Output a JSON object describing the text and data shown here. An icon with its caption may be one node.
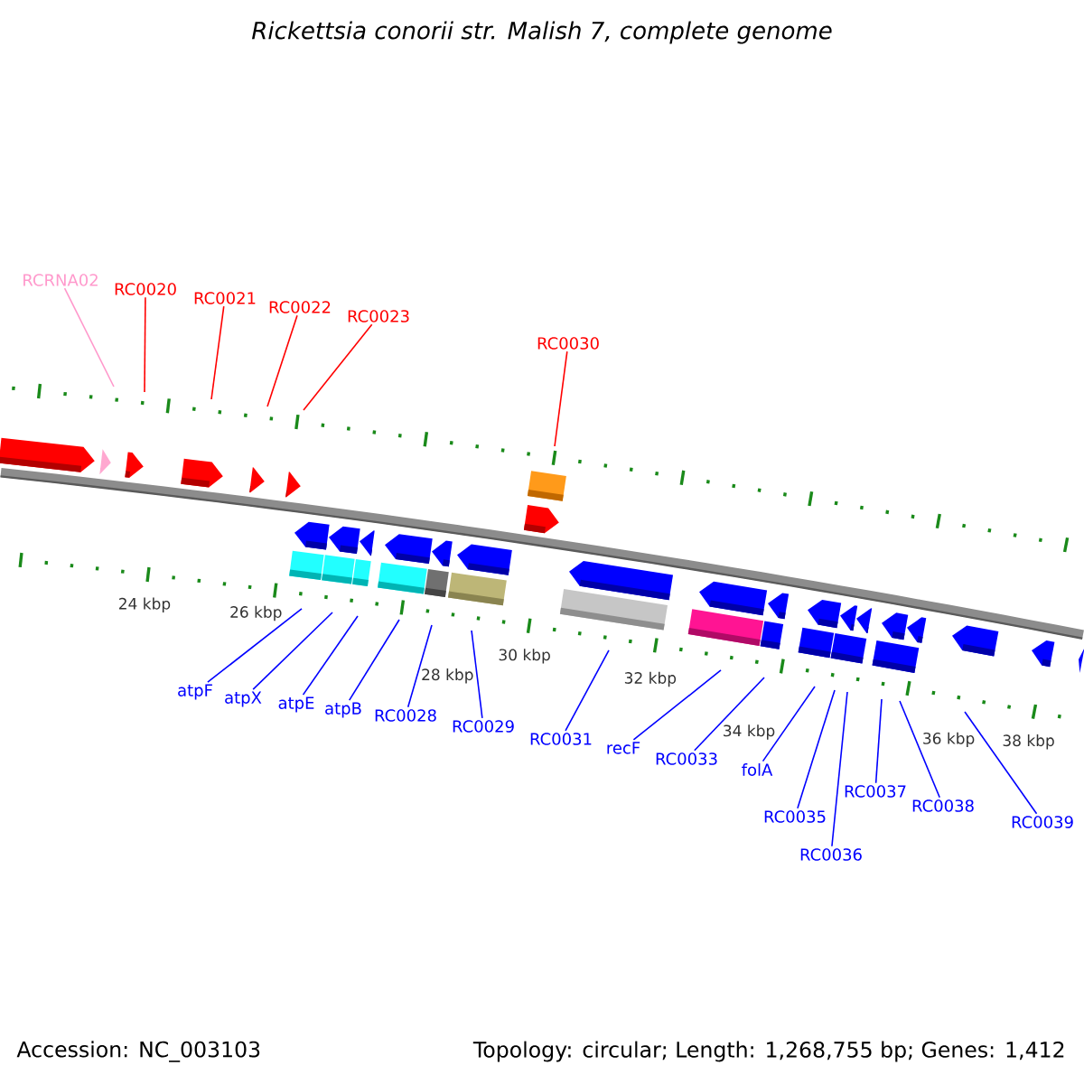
{
  "diagram": {
    "title": "Rickettsia conorii str. Malish 7, complete genome",
    "nodes": [
      {
        "text": [
          "RCRNA02"
        ]
      },
      {
        "text": [
          "RC0020"
        ]
      },
      {
        "text": [
          "RC0021"
        ]
      },
      {
        "text": [
          "RC0022"
        ]
      },
      {
        "text": [
          "RC0023"
        ]
      },
      {
        "text": [
          "RC0030"
        ]
      },
      {
        "text": [
          "atpF"
        ]
      },
      {
        "text": [
          "atpX"
        ]
      },
      {
        "text": [
          "atpE"
        ]
      },
      {
        "text": [
          "atpB"
        ]
      },
      {
        "text": [
          "RC0028"
        ]
      },
      {
        "text": [
          "RC0029"
        ]
      },
      {
        "text": [
          "RC0031"
        ]
      },
      {
        "text": [
          "recF"
        ]
      },
      {
        "text": [
          "RC0033"
        ]
      },
      {
        "text": [
          "folA"
        ]
      },
      {
        "text": [
          "RC0035"
        ]
      },
      {
        "text": [
          "RC0036"
        ]
      },
      {
        "text": [
          "RC0037"
        ]
      },
      {
        "text": [
          "RC0038"
        ]
      },
      {
        "text": [
          "RC0039"
        ]
      }
    ],
    "edges": [
      {
        "from": 0,
        "to": null,
        "arrow": "none",
        "color": "#ff99cc"
      },
      {
        "from": 1,
        "to": null,
        "arrow": "none",
        "color": "#ff0000"
      },
      {
        "from": 2,
        "to": null,
        "arrow": "none",
        "color": "#ff0000"
      },
      {
        "from": 3,
        "to": null,
        "arrow": "none",
        "color": "#ff0000"
      },
      {
        "from": 4,
        "to": null,
        "arrow": "none",
        "color": "#ff0000"
      },
      {
        "from": 5,
        "to": null,
        "arrow": "none",
        "color": "#ff0000"
      },
      {
        "from": 6,
        "to": null,
        "arrow": "none"
      },
      {
        "from": 7,
        "to": null,
        "arrow": "none"
      },
      {
        "from": 8,
        "to": null,
        "arrow": "none"
      },
      {
        "from": 9,
        "to": null,
        "arrow": "none"
      },
      {
        "from": 10,
        "to": null,
        "arrow": "none"
      },
      {
        "from": 11,
        "to": null,
        "arrow": "none"
      },
      {
        "from": 12,
        "to": null,
        "arrow": "none"
      },
      {
        "from": 13,
        "to": null,
        "arrow": "none"
      },
      {
        "from": 14,
        "to": null,
        "arrow": "none"
      },
      {
        "from": 15,
        "to": null,
        "arrow": "none"
      },
      {
        "from": 16,
        "to": null,
        "arrow": "none"
      },
      {
        "from": 17,
        "to": null,
        "arrow": "none"
      },
      {
        "from": 18,
        "to": null,
        "arrow": "none"
      },
      {
        "from": 19,
        "to": null,
        "arrow": "none"
      },
      {
        "from": 20,
        "to": null,
        "arrow": "none"
      }
    ],
    "labels": [
      "24 kbp",
      "26 kbp",
      "28 kbp",
      "30 kbp",
      "32 kbp",
      "34 kbp",
      "36 kbp",
      "38 kbp",
      "Accession: NC_003103",
      "Topology: circular; Length: 1,268,755 bp; Genes: 1,412"
    ]
  }
}
